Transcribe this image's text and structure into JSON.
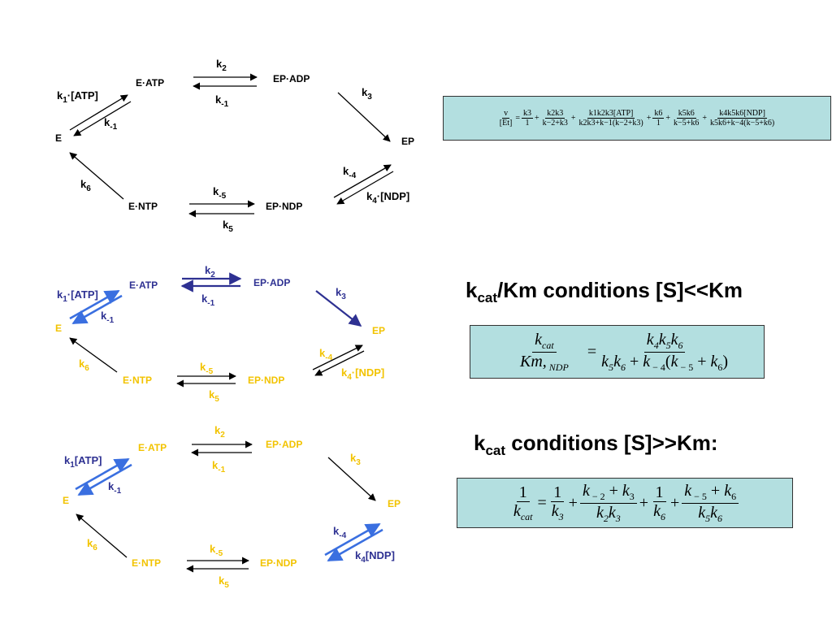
{
  "colors": {
    "black": "#000000",
    "blue": "#2e3192",
    "yellow": "#f2c300",
    "bright_blue": "#3a6fe0",
    "box": "#b3dfe0"
  },
  "species": {
    "E_ATP": "E·ATP",
    "EP_ADP": "EP·ADP",
    "EP": "EP",
    "EP_NDP": "EP·NDP",
    "E_NTP": "E·NTP",
    "E": "E"
  },
  "rate_constants": {
    "k1": {
      "base": "k",
      "sub": "1",
      "suffix": "·[ATP]"
    },
    "k1_alt": {
      "base": "k",
      "sub": "1",
      "suffix": "[ATP]"
    },
    "km1": {
      "base": "k",
      "sub": "-1",
      "suffix": ""
    },
    "k2": {
      "base": "k",
      "sub": "2",
      "suffix": ""
    },
    "km2": {
      "base": "k",
      "sub": "-1",
      "suffix": ""
    },
    "k3": {
      "base": "k",
      "sub": "3",
      "suffix": ""
    },
    "km4": {
      "base": "k",
      "sub": "-4",
      "suffix": ""
    },
    "k4": {
      "base": "k",
      "sub": "4",
      "suffix": "·[NDP]"
    },
    "k4_alt": {
      "base": "k",
      "sub": "4",
      "suffix": "[NDP]"
    },
    "km5": {
      "base": "k",
      "sub": "-5",
      "suffix": ""
    },
    "k5": {
      "base": "k",
      "sub": "5",
      "suffix": ""
    },
    "k6": {
      "base": "k",
      "sub": "6",
      "suffix": ""
    }
  },
  "headings": {
    "kcat_km": {
      "k": "k",
      "sub": "cat",
      "rest": "/Km conditions [S]<<Km"
    },
    "kcat": {
      "k": "k",
      "sub": "cat",
      "rest": " conditions [S]>>Km:"
    }
  }
}
